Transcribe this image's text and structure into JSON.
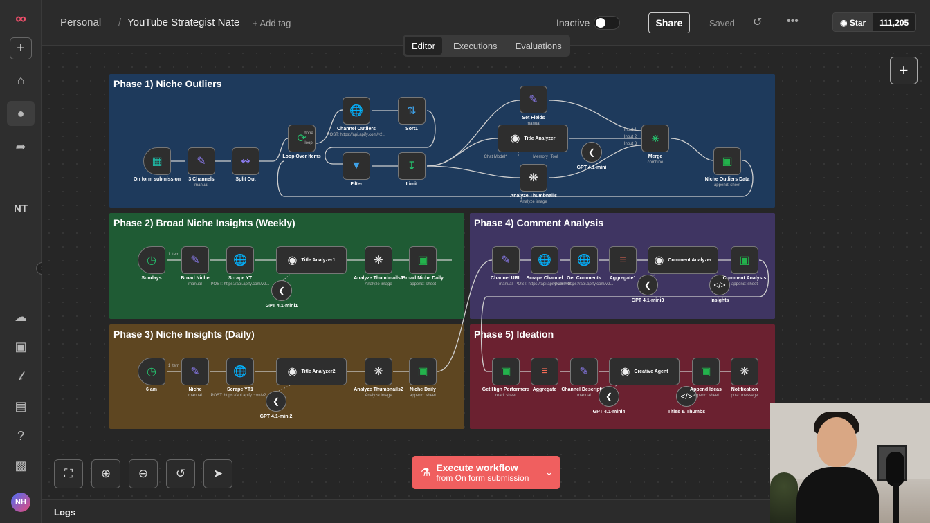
{
  "header": {
    "breadcrumb_personal": "Personal",
    "breadcrumb_sep": "/",
    "workflow_title": "YouTube Strategist Nate",
    "add_tag": "+ Add tag",
    "status_label": "Inactive",
    "share_label": "Share",
    "saved_label": "Saved",
    "github_star_label": "Star",
    "github_star_count": "111,205"
  },
  "sidebar": {
    "workspace_initials": "NT",
    "user_initials": "NH"
  },
  "tabs": [
    "Editor",
    "Executions",
    "Evaluations"
  ],
  "phases": [
    {
      "title": "Phase 1) Niche Outliers",
      "color": "#1e3a5c"
    },
    {
      "title": "Phase 2) Broad Niche Insights (Weekly)",
      "color": "#1f5b34"
    },
    {
      "title": "Phase 3) Niche Insights (Daily)",
      "color": "#5e4621"
    },
    {
      "title": "Phase 4) Comment Analysis",
      "color": "#3f3562"
    },
    {
      "title": "Phase 5) Ideation",
      "color": "#6b2130"
    }
  ],
  "nodes": {
    "p1": {
      "form": {
        "label": "On form submission"
      },
      "channels": {
        "label": "3 Channels",
        "sub": "manual"
      },
      "split": {
        "label": "Split Out"
      },
      "loop": {
        "label": "Loop Over Items",
        "sub1": "done",
        "sub2": "loop"
      },
      "outliers": {
        "label": "Channel Outliers",
        "sub": "POST: https://api.apify.com/v2..."
      },
      "sort": {
        "label": "Sort1"
      },
      "filter": {
        "label": "Filter"
      },
      "limit": {
        "label": "Limit"
      },
      "setfields": {
        "label": "Set Fields",
        "sub": "manual"
      },
      "title_analyzer": {
        "label": "Title Analyzer",
        "sub_a": "Chat Model*",
        "sub_b": "Memory",
        "sub_c": "Tool"
      },
      "gpt": {
        "label": "GPT 4.1-mini"
      },
      "thumbs": {
        "label": "Analyze Thumbnails",
        "sub": "Analyze image"
      },
      "merge": {
        "label": "Merge",
        "sub": "combine",
        "in1": "Input 1",
        "in2": "Input 2",
        "in3": "Input 3"
      },
      "sheet": {
        "label": "Niche Outliers Data",
        "sub": "append: sheet"
      }
    },
    "p2": {
      "trigger": {
        "label": "Sundays"
      },
      "item_badge": "1 item",
      "broad": {
        "label": "Broad Niche",
        "sub": "manual"
      },
      "scrape": {
        "label": "Scrape YT",
        "sub": "POST: https://api.apify.com/v2..."
      },
      "title": {
        "label": "Title Analyzer1"
      },
      "gpt": {
        "label": "GPT 4.1-mini1"
      },
      "thumbs": {
        "label": "Analyze Thumbnails1",
        "sub": "Analyze image"
      },
      "sheet": {
        "label": "Broad Niche Daily",
        "sub": "append: sheet"
      }
    },
    "p3": {
      "trigger": {
        "label": "6 am"
      },
      "item_badge": "1 item",
      "niche": {
        "label": "Niche",
        "sub": "manual"
      },
      "scrape": {
        "label": "Scrape YT1",
        "sub": "POST: https://api.apify.com/v2..."
      },
      "title": {
        "label": "Title Analyzer2"
      },
      "gpt": {
        "label": "GPT 4.1-mini2"
      },
      "thumbs": {
        "label": "Analyze Thumbnails2",
        "sub": "Analyze image"
      },
      "sheet": {
        "label": "Niche Daily",
        "sub": "append: sheet"
      }
    },
    "p4": {
      "url": {
        "label": "Channel URL",
        "sub": "manual"
      },
      "scrape": {
        "label": "Scrape Channel",
        "sub": "POST: https://api.apify.com/v2..."
      },
      "comments": {
        "label": "Get Comments",
        "sub": "POST: https://api.apify.com/v2..."
      },
      "aggregate": {
        "label": "Aggregate1"
      },
      "analyzer": {
        "label": "Comment Analyzer"
      },
      "gpt": {
        "label": "GPT 4.1-mini3"
      },
      "insights": {
        "label": "Insights"
      },
      "sheet": {
        "label": "Comment Analysis",
        "sub": "append: sheet"
      }
    },
    "p5": {
      "high": {
        "label": "Get High Performers",
        "sub": "read: sheet"
      },
      "aggregate": {
        "label": "Aggregate"
      },
      "desc": {
        "label": "Channel Descripti...",
        "sub": "manual"
      },
      "agent": {
        "label": "Creative Agent"
      },
      "gpt": {
        "label": "GPT 4.1-mini4"
      },
      "titles": {
        "label": "Titles & Thumbs"
      },
      "append": {
        "label": "Append Ideas",
        "sub": "append: sheet"
      },
      "notify": {
        "label": "Notification",
        "sub": "post: message"
      }
    }
  },
  "execute": {
    "label": "Execute workflow",
    "sub": "from On form submission"
  },
  "logs_label": "Logs",
  "icons": [
    "add-icon",
    "home-icon",
    "user-icon",
    "share-icon",
    "cloud-icon",
    "box-icon",
    "variables-icon",
    "chart-icon",
    "help-icon",
    "gift-icon",
    "history-icon",
    "more-icon",
    "github-icon",
    "fit-view-icon",
    "zoom-in-icon",
    "zoom-out-icon",
    "reset-icon",
    "cursor-icon"
  ]
}
